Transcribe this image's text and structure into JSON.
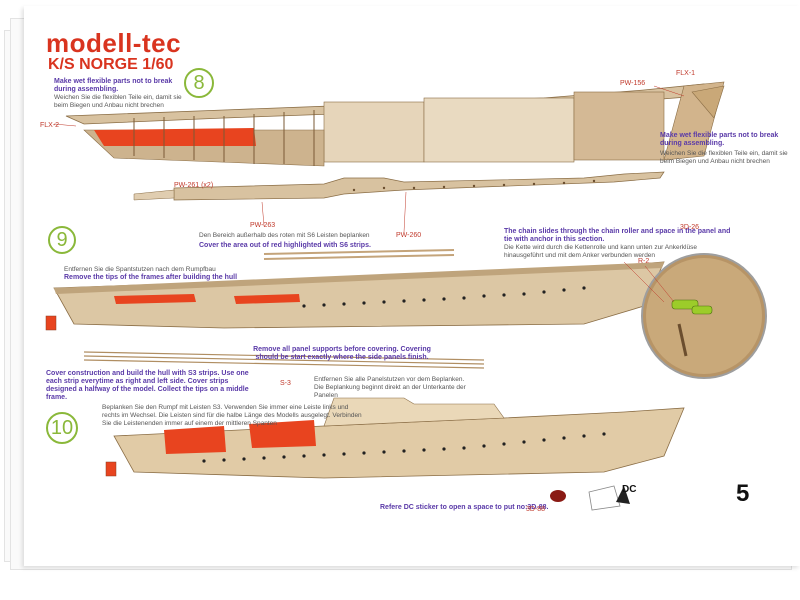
{
  "header": {
    "brand": "modell-tec",
    "model": "K/S NORGE 1/60"
  },
  "steps": [
    {
      "number": "8"
    },
    {
      "number": "9"
    },
    {
      "number": "10"
    }
  ],
  "notes": {
    "flex_en_left": "Make wet flexible parts not to break during assembling.",
    "flex_de_left": "Weichen Sie die flexiblen Teile ein, damit sie beim Biegen und Anbau nicht brechen",
    "flex_en_right": "Make wet flexible parts not to break during assembling.",
    "flex_de_right": "Weichen Sie die flexiblen Teile ein, damit sie beim Biegen und Anbau nicht brechen",
    "cover_de": "Den Bereich außerhalb des roten mit S6 Leisten beplanken",
    "cover_en": "Cover the area out of red highlighted with S6 strips.",
    "remove_de": "Entfernen Sie die Spantstutzen nach dem Rumpfbau",
    "remove_en": "Remove the tips of the frames after building the hull",
    "chain_en": "The chain slides through the chain roller and space in the panel and tie with anchor in this section.",
    "chain_de": "Die Kette wird durch die Kettenrolle und kann unten zur Ankerklüse hinausgeführt und mit dem Anker verbunden werden",
    "panel_en": "Remove all panel supports before covering. Covering should be start exactly where the side panels finish.",
    "panel_de": "Entfernen Sie alle Panelstutzen vor dem Beplanken. Die Beplankung beginnt direkt an der Unterkante der Panelen",
    "hull_en": "Cover construction and build the hull with S3 strips. Use one each strip everytime as right and left side. Cover strips designed a halfway of the model. Collect the tips on a middle frame.",
    "hull_de": "Beplanken Sie den Rumpf mit Leisten S3. Verwenden Sie immer eine Leiste links und rechts im Wechsel. Die Leisten sind für die halbe Länge des Modells ausgelegt. Verbinden Sie die Leistenenden immer auf einem der mittleren Spanten",
    "dc_en": "Refere DC sticker to open a space to put no:3D-88."
  },
  "parts": {
    "flx2": "FLX-2",
    "flx1": "FLX-1",
    "pw156": "PW-156",
    "pw261": "PW-261 (x2)",
    "pw263": "PW-263",
    "pw260": "PW-260",
    "r2": "R-2",
    "d26": "3D-26",
    "s3": "S-3",
    "d88": "3D-88"
  },
  "footer": {
    "page_number": "5",
    "dc_label": "DC"
  },
  "colors": {
    "brand_red": "#d9341f",
    "note_purple": "#5a3aa8",
    "step_green": "#8ab83a",
    "wood": "#d8c2a0",
    "red_area": "#e8441f"
  }
}
